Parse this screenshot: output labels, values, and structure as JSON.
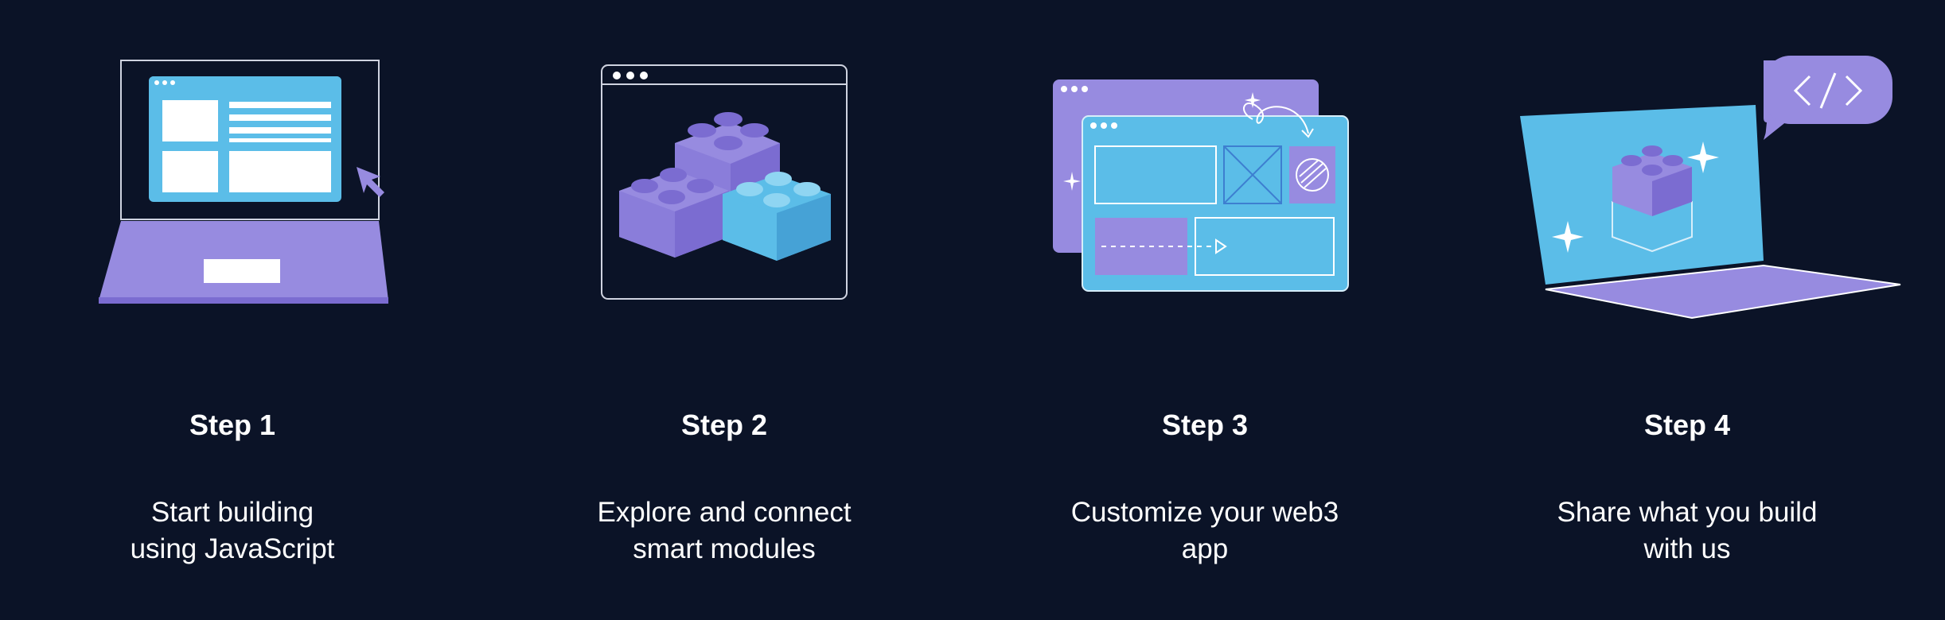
{
  "colors": {
    "background": "#0b1327",
    "purple": "#978be0",
    "purple_dark": "#7b6cd1",
    "blue": "#5bbde8",
    "blue_dark": "#46a2d6",
    "white": "#ffffff"
  },
  "steps": [
    {
      "title": "Step 1",
      "description": "Start building\nusing JavaScript",
      "icon": "laptop-window-cursor-icon"
    },
    {
      "title": "Step 2",
      "description": "Explore and connect\nsmart modules",
      "icon": "building-blocks-window-icon"
    },
    {
      "title": "Step 3",
      "description": "Customize your web3\napp",
      "icon": "layered-windows-icon"
    },
    {
      "title": "Step 4",
      "description": "Share what you build\nwith us",
      "icon": "laptop-code-bubble-icon"
    }
  ]
}
